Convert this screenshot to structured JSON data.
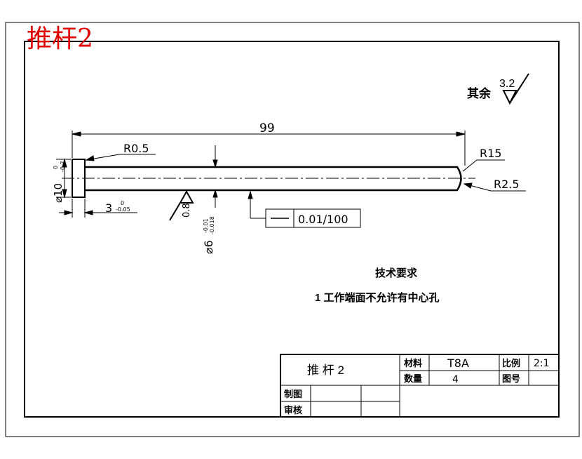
{
  "corner_title": "推杆2",
  "surface_finish": {
    "prefix": "其余",
    "value": "3.2"
  },
  "dimensions": {
    "length": "99",
    "head_radius": "R0.5",
    "end_radius": "R15",
    "tip_radius": "R2.5",
    "head_dia": "⌀10",
    "head_dia_tol_top": "0",
    "head_dia_tol_bottom": "-0.2",
    "head_thk": "3",
    "head_thk_tol_top": "0",
    "head_thk_tol_bottom": "-0.05",
    "shaft_dia": "⌀6",
    "shaft_tol_top": "-0.01",
    "shaft_tol_bottom": "-0.018",
    "roughness": "0.8",
    "straightness": "0.01/100"
  },
  "notes": {
    "heading": "技术要求",
    "item1": "1  工作端面不允许有中心孔"
  },
  "title_block": {
    "part_name": "推 杆 2",
    "material_label": "材料",
    "material_value": "T8A",
    "scale_label": "比例",
    "scale_value": "2:1",
    "qty_label": "数量",
    "qty_value": "4",
    "drawing_no_label": "图号",
    "drawing_no_value": "",
    "drawn_label": "制图",
    "checked_label": "审核"
  }
}
